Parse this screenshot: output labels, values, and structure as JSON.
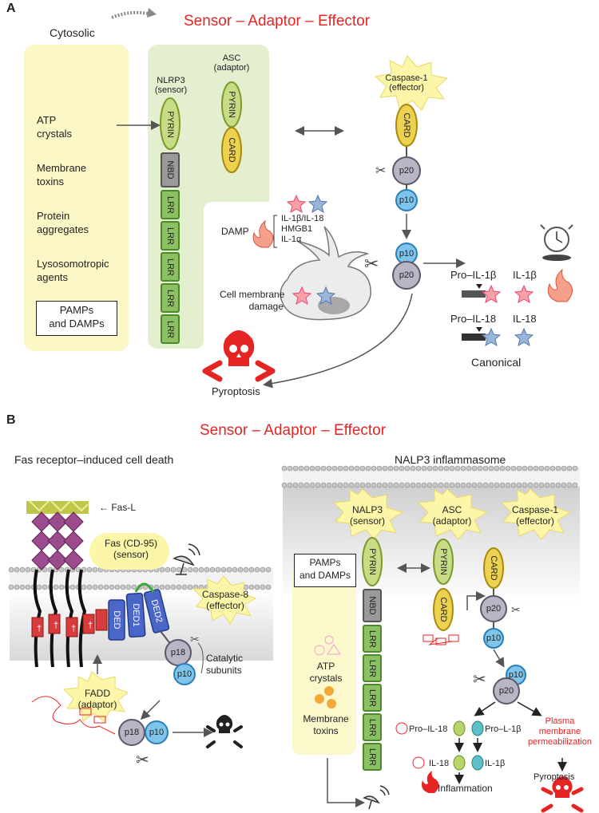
{
  "panel_a": {
    "letter": "A",
    "title": "Sensor – Adaptor – Effector",
    "cytosolic": "Cytosolic",
    "triggers": [
      "ATP\ncrystals",
      "Membrane\ntoxins",
      "Protein\naggregates",
      "Lysosomotropic\nagents"
    ],
    "pamps_box": "PAMPs\nand DAMPs",
    "nlrp3": "NLRP3\n(sensor)",
    "asc": "ASC\n(adaptor)",
    "caspase": "Caspase-1\n(effector)",
    "domains": {
      "pyrin": "PYRIN",
      "nbd": "NBD",
      "lrr": "LRR",
      "card": "CARD",
      "p20": "p20",
      "p10": "p10"
    },
    "damp": "DAMP",
    "damp_list": "IL-1β/IL-18\nHMGB1\nIL-1α",
    "cell_damage": "Cell membrane\ndamage",
    "pro_il1b": "Pro–IL-1β",
    "il1b": "IL-1β",
    "pro_il18": "Pro–IL-18",
    "il18": "IL-18",
    "canonical": "Canonical",
    "pyroptosis": "Pyroptosis"
  },
  "panel_b": {
    "letter": "B",
    "title": "Sensor – Adaptor – Effector",
    "fas_title": "Fas receptor–induced cell death",
    "nalp3_title": "NALP3 inflammasome",
    "fasl": "← Fas-L",
    "fas": "Fas (CD-95)\n(sensor)",
    "caspase8": "Caspase-8\n(effector)",
    "fadd": "FADD\n(adaptor)",
    "catalytic": "Catalytic\nsubunits",
    "ded": "DED",
    "ded1": "DED1",
    "ded2": "DED2",
    "p18": "p18",
    "p10": "p10",
    "nalp3": "NALP3\n(sensor)",
    "asc": "ASC\n(adaptor)",
    "caspase1": "Caspase-1\n(effector)",
    "pamps_box": "PAMPs\nand DAMPs",
    "atp": "ATP\ncrystals",
    "membrane_toxins": "Membrane\ntoxins",
    "pro_il18": "Pro–IL-18",
    "pro_l1b": "Pro–L-1β",
    "il18": "IL-18",
    "il1b": "IL-1β",
    "inflammation": "Inflammation",
    "plasma": "Plasma\nmembrane\npermeabilization",
    "pyroptosis": "Pyroptosis",
    "p20": "p20"
  }
}
